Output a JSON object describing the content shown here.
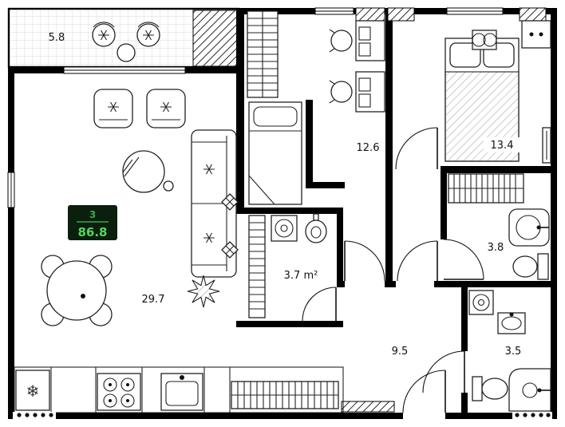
{
  "plan": {
    "badge": {
      "rooms_count": "3",
      "total_area": "86.8"
    },
    "rooms": [
      {
        "id": "balcony",
        "area_label": "5.8"
      },
      {
        "id": "living-kitchen",
        "area_label": "29.7"
      },
      {
        "id": "bedroom-1",
        "area_label": "12.6"
      },
      {
        "id": "bedroom-2",
        "area_label": "13.4"
      },
      {
        "id": "bathroom-1",
        "area_label": "3.8"
      },
      {
        "id": "laundry",
        "area_label": "3.7 m²"
      },
      {
        "id": "hallway",
        "area_label": "9.5"
      },
      {
        "id": "bathroom-2",
        "area_label": "3.5"
      }
    ],
    "icons": {
      "fridge_snowflake": "❄"
    },
    "colors": {
      "wall": "#000000",
      "badge_bg": "#0a1f0d",
      "badge_accent": "#3aa64b",
      "badge_value": "#57d465"
    }
  }
}
